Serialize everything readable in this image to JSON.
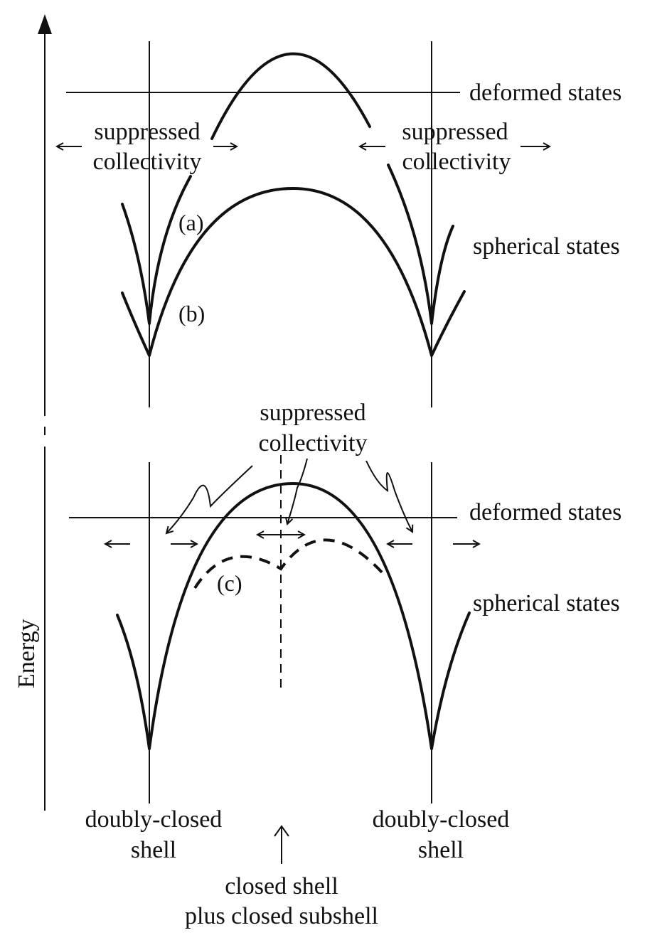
{
  "axis": {
    "label": "Energy"
  },
  "top_panel": {
    "deformed_label": "deformed states",
    "spherical_label": "spherical states",
    "suppressed_left": [
      "suppressed",
      "collectivity"
    ],
    "suppressed_right": [
      "suppressed",
      "collectivity"
    ],
    "curve_a_label": "(a)",
    "curve_b_label": "(b)"
  },
  "bottom_panel": {
    "deformed_label": "deformed states",
    "spherical_label": "spherical states",
    "suppressed_title": [
      "suppressed",
      "collectivity"
    ],
    "curve_c_label": "(c)"
  },
  "shell_labels": {
    "left": [
      "doubly-closed",
      "shell"
    ],
    "right": [
      "doubly-closed",
      "shell"
    ],
    "center": [
      "closed shell",
      "plus closed subshell"
    ]
  }
}
